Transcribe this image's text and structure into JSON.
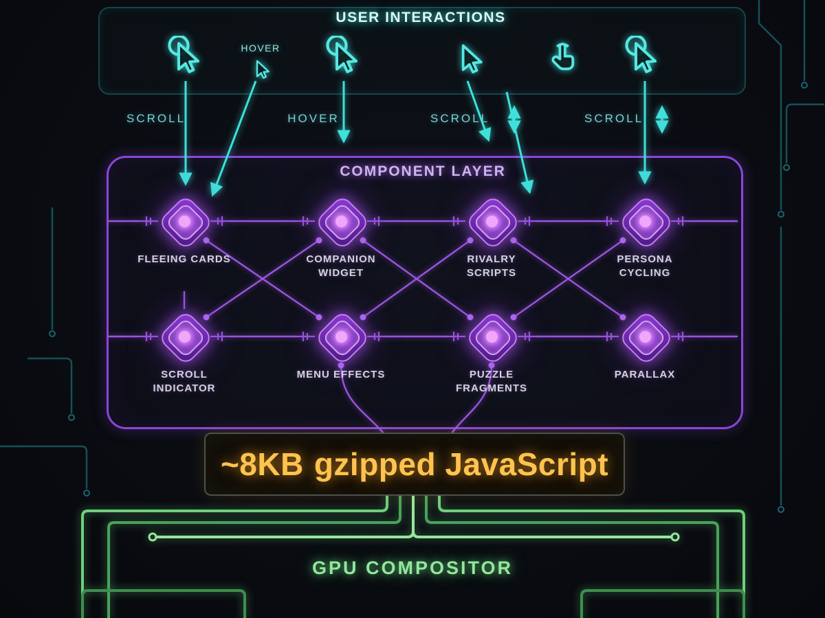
{
  "user_interactions": {
    "title": "USER INTERACTIONS",
    "icons": [
      "cursor-click-icon",
      "hover-cursor-icon",
      "cursor-click-icon",
      "cursor-icon",
      "touch-tap-icon",
      "cursor-click-icon"
    ],
    "hover_icon_label": "HOVER",
    "event_labels": [
      "SCROLL",
      "HOVER",
      "SCROLL",
      "SCROLL"
    ]
  },
  "component_layer": {
    "title": "COMPONENT LAYER",
    "nodes": [
      {
        "label": "FLEEING CARDS"
      },
      {
        "label": "COMPANION WIDGET"
      },
      {
        "label": "RIVALRY SCRIPTS"
      },
      {
        "label": "PERSONA CYCLING"
      },
      {
        "label": "SCROLL INDICATOR"
      },
      {
        "label": "MENU EFFECTS"
      },
      {
        "label": "PUZZLE FRAGMENTS"
      },
      {
        "label": "PARALLAX"
      }
    ]
  },
  "bundle": {
    "size": "~8KB",
    "description": "gzipped JavaScript"
  },
  "compositor": {
    "title": "GPU COMPOSITOR"
  },
  "colors": {
    "background": "#0a0d12",
    "cyan": "#3fe0da",
    "purple": "#a55ae8",
    "gold": "#ffc34f",
    "green": "#6fcf7c"
  }
}
